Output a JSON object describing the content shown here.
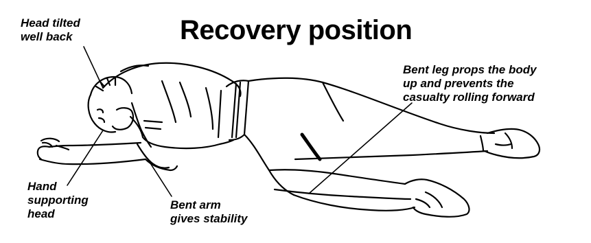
{
  "title": "Recovery position",
  "annotations": {
    "head_tilted": [
      "Head tilted",
      "well back"
    ],
    "bent_leg": [
      "Bent leg props the body",
      "up and prevents the",
      "casualty rolling forward"
    ],
    "hand_supporting": [
      "Hand",
      "supporting",
      "head"
    ],
    "bent_arm": [
      "Bent arm",
      "gives stability"
    ]
  },
  "colors": {
    "ink": "#000000",
    "background": "#ffffff"
  }
}
